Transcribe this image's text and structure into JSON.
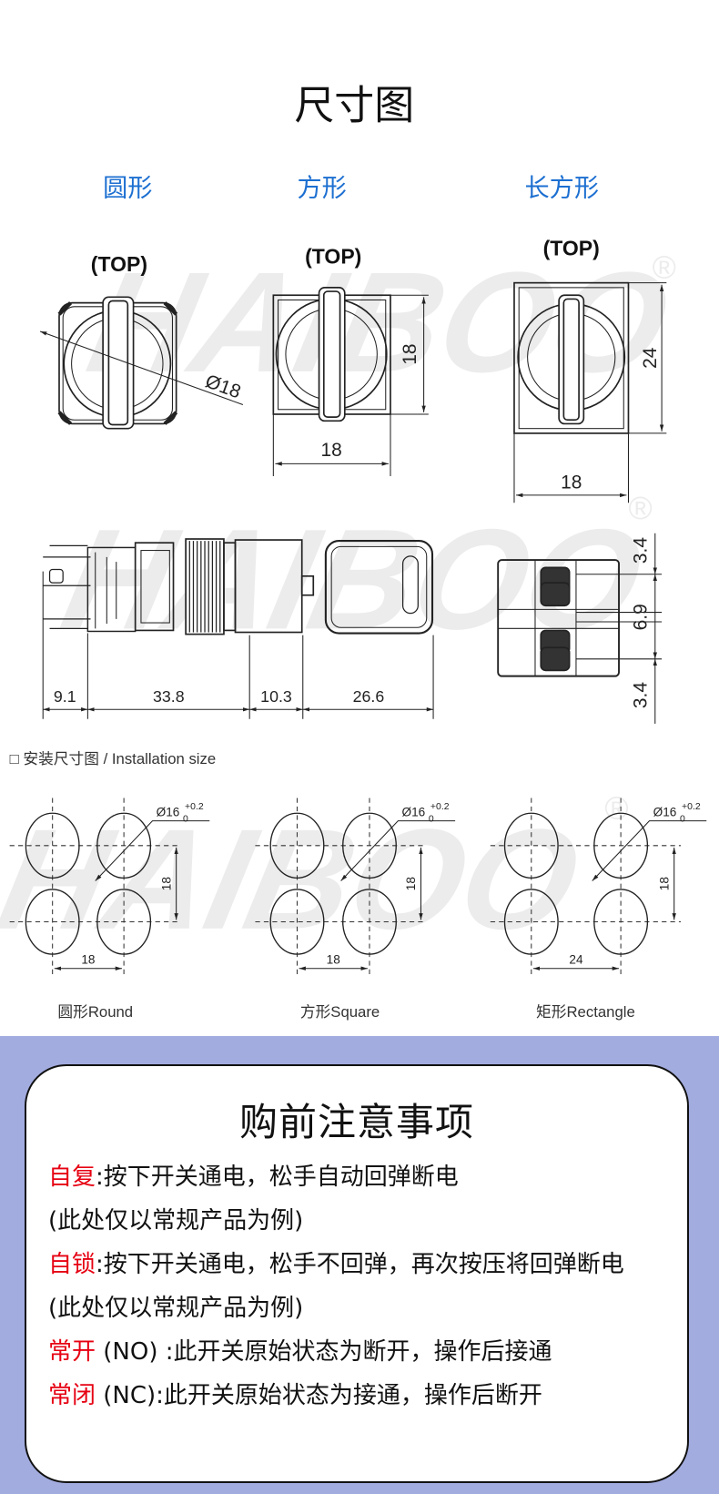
{
  "page_title": "尺寸图",
  "watermark": {
    "text": "HAIBOO",
    "mark": "®"
  },
  "shapes": {
    "round": "圆形",
    "square": "方形",
    "rect": "长方形"
  },
  "top_label": "(TOP)",
  "dims": {
    "round_dia": "Ø18",
    "square_h": "18",
    "square_w": "18",
    "rect_h": "24",
    "rect_w": "18",
    "side": [
      "9.1",
      "33.8",
      "10.3",
      "26.6"
    ],
    "bottom": [
      "3.4",
      "6.9",
      "3.4"
    ]
  },
  "install": {
    "heading": "□ 安装尺寸图 / Installation size",
    "hole": "Ø16",
    "tol_upper": "+0.2",
    "tol_lower": "0",
    "groups": [
      {
        "caption": "圆形Round",
        "pitch_x": "18",
        "pitch_y": "18"
      },
      {
        "caption": "方形Square",
        "pitch_x": "18",
        "pitch_y": "18"
      },
      {
        "caption": "矩形Rectangle",
        "pitch_x": "24",
        "pitch_y": "18"
      }
    ]
  },
  "notice": {
    "title": "购前注意事项",
    "lines": [
      {
        "label": "自复",
        "text": ":按下开关通电，松手自动回弹断电"
      },
      {
        "label": "",
        "text": "(此处仅以常规产品为例)"
      },
      {
        "label": "自锁",
        "text": ":按下开关通电，松手不回弹，再次按压将回弹断电"
      },
      {
        "label": "",
        "text": "(此处仅以常规产品为例)"
      },
      {
        "label": "常开",
        "text": " (NO) :此开关原始状态为断开，操作后接通"
      },
      {
        "label": "常闭",
        "text": " (NC):此开关原始状态为接通，操作后断开"
      }
    ]
  },
  "colors": {
    "blue": "#1c6fd1",
    "red": "#e60012",
    "band": "#a3acdf"
  }
}
